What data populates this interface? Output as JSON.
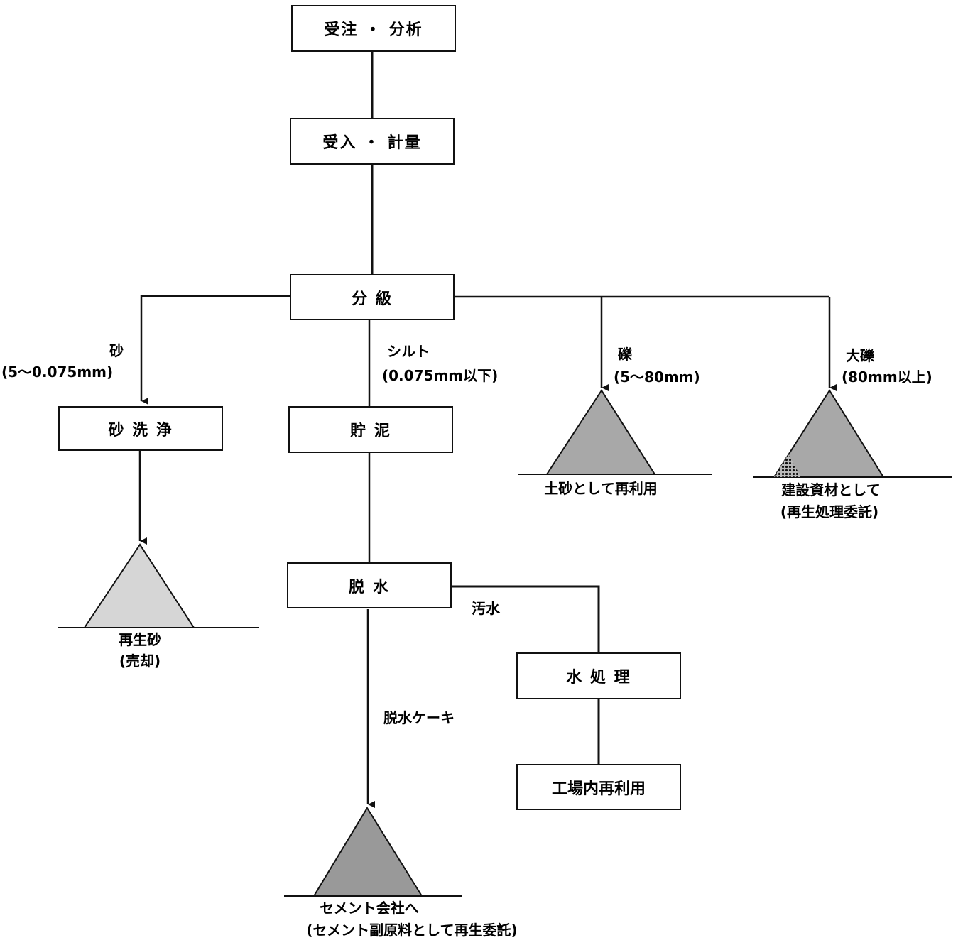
{
  "boxes": {
    "order": "受注 ・ 分析",
    "intake": "受入 ・ 計量",
    "classify": "分 級",
    "sand_wash": "砂 洗 浄",
    "sludge_store": "貯 泥",
    "dewater": "脱 水",
    "water_treat": "水 処 理",
    "reuse_factory": "工場内再利用"
  },
  "branches": {
    "sand": {
      "name": "砂",
      "size": "(5～0.075mm)"
    },
    "silt": {
      "name": "シルト",
      "size": "(0.075mm以下)"
    },
    "gravel": {
      "name": "礫",
      "size": "(5～80mm)"
    },
    "large_gravel": {
      "name": "大礫",
      "size": "(80mm以上)"
    }
  },
  "edge_labels": {
    "wastewater": "汚水",
    "cake": "脱水ケーキ"
  },
  "outputs": {
    "recycled_sand": {
      "line1": "再生砂",
      "line2": "(売却)"
    },
    "soil_reuse": {
      "line1": "土砂として再利用"
    },
    "construction": {
      "line1": "建設資材として",
      "line2": "(再生処理委託)"
    },
    "cement": {
      "line1": "セメント会社へ",
      "line2": "(セメント副原料として再生委託)"
    }
  },
  "colors": {
    "line": "#111111",
    "pile_light": "#d6d6d6",
    "pile_dark": "#a8a8a8",
    "pile_darker": "#999999"
  }
}
